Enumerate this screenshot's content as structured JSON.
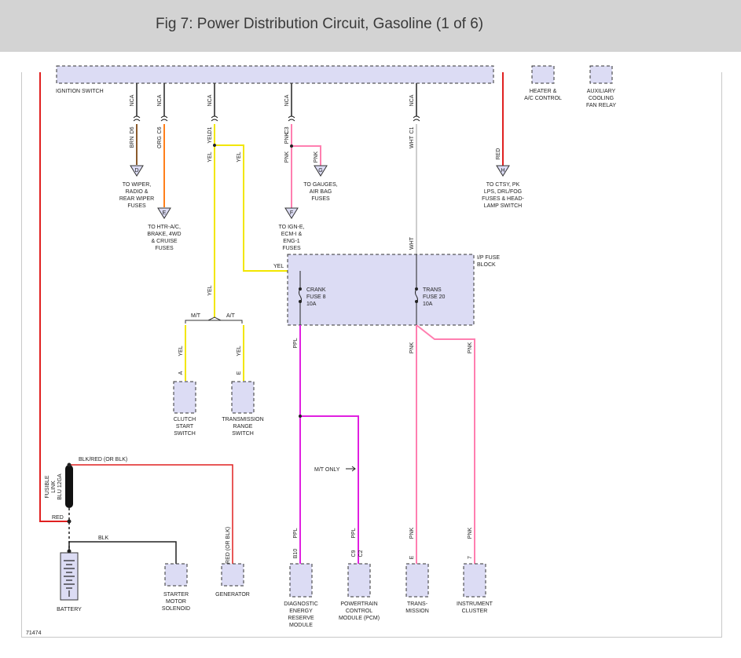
{
  "header": {
    "title": "Fig 7: Power Distribution Circuit, Gasoline (1 of 6)"
  },
  "colors": {
    "brn": "#8b5a2b",
    "org": "#ff7f1a",
    "yel": "#f2e600",
    "pnk": "#ff7fb0",
    "ppl": "#e020e0",
    "red": "#e02020",
    "blk": "#222222",
    "wht": "#bdbdbd",
    "box": "#dcdcf4",
    "header_bg": "#d3d3d3"
  },
  "diagram": {
    "ignition_switch": "IGNITION SWITCH",
    "heater": [
      "HEATER &",
      "A/C CONTROL"
    ],
    "fan_relay": [
      "AUXILIARY",
      "COOLING",
      "FAN RELAY"
    ],
    "nca": "NCA",
    "pins": [
      "D6",
      "C6",
      "D1",
      "C3",
      "C1"
    ],
    "wires": {
      "brn": "BRN",
      "org": "ORG",
      "yel": "YEL",
      "pnk": "PNK",
      "wht": "WHT",
      "red": "RED",
      "ppl": "PPL",
      "blk": "BLK",
      "blk_red": "BLK/RED (OR BLK)"
    },
    "connectors": {
      "d": "D",
      "e": "E",
      "f": "F",
      "g": "G",
      "h": "H"
    },
    "to_wiper": [
      "TO WIPER,",
      "RADIO &",
      "REAR WIPER",
      "FUSES"
    ],
    "to_htr": [
      "TO HTR-A/C,",
      "BRAKE, 4WD",
      "& CRUISE",
      "FUSES"
    ],
    "to_ign": [
      "TO IGN-E,",
      "ECM-I &",
      "ENG-1",
      "FUSES"
    ],
    "to_gauges": [
      "TO GAUGES,",
      "AIR BAG",
      "FUSES"
    ],
    "to_ctsy": [
      "TO CTSY, PK",
      "LPS, DRL/FOG",
      "FUSES & HEAD-",
      "LAMP SWITCH"
    ],
    "ip_fuse_block": [
      "I/P FUSE",
      "BLOCK"
    ],
    "crank_fuse": [
      "CRANK",
      "FUSE 8",
      "10A"
    ],
    "trans_fuse": [
      "TRANS",
      "FUSE 20",
      "10A"
    ],
    "mt": "M/T",
    "at": "A/T",
    "pin_a": "A",
    "pin_e": "E",
    "clutch": [
      "CLUTCH",
      "START",
      "SWITCH"
    ],
    "trs": [
      "TRANSMISSION",
      "RANGE",
      "SWITCH"
    ],
    "fusible_link": [
      "FUSIBLE",
      "LINK",
      "BLU 12GA"
    ],
    "mt_only": "M/T ONLY",
    "pins_bottom": [
      "B10",
      "C9",
      "C2",
      "E",
      "7"
    ],
    "battery": "BATTERY",
    "starter": [
      "STARTER",
      "MOTOR",
      "SOLENOID"
    ],
    "generator": "GENERATOR",
    "derm": [
      "DIAGNOSTIC",
      "ENERGY",
      "RESERVE",
      "MODULE"
    ],
    "pcm": [
      "POWERTRAIN",
      "CONTROL",
      "MODULE (PCM)"
    ],
    "transmission": [
      "TRANS-",
      "MISSION"
    ],
    "cluster": [
      "INSTRUMENT",
      "CLUSTER"
    ],
    "fig_no": "71474"
  }
}
